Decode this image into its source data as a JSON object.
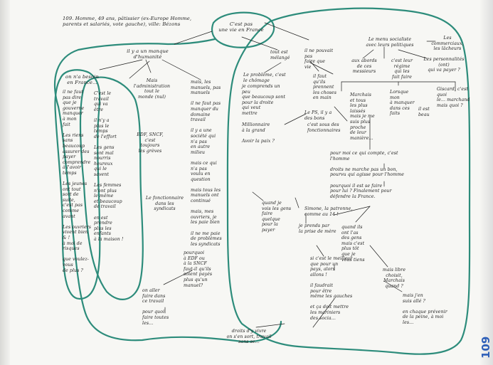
{
  "page_number": "109",
  "colors": {
    "ink": "#1f1f1f",
    "outline": "#2d8c7b",
    "stamp": "#2e5fb8"
  },
  "notes": {
    "header": "109. Homme, 49 ans, pâtissier (ex-Europe Homme,\nparents et salariés, vote gauche), ville: Bézons",
    "center": "C'est pas\nune vie en France",
    "manque": "il y a un manque\nd'humanité",
    "besoin": "on n'a besoin en France...",
    "col1": "il ne faut\npas dire\nque je\ngouverne\nmanquer\nà mon\nfait\n\nLes riens\nsans beaucoup\nassurer des\npayer\ncomprendre\nà l'avoir\ntemps\n\nLes jeunes\nont tout\nsort de\nsuite,\nc'est pas\ncomme\navant\n\nLes ouvriers\nvivent bien\n& !\nà moi de\nrisques\n\nque voulez-vous\nde plus ?",
    "col2": "C'est le\ntravail\nqui va\nêtre\n\nil n'y a\nplus le\ntemps\nde l'effort\n\nLes gens\nsont mal\nnourris\nheureux\nqui le\nsavent\n\nLes femmes\nn'ont plus\nle même\net beaucoup\nde travail\n\nen est\nprendre\nplus les\nenfants\nà la maison !",
    "admin": "Mais\nl'administration\ntout le\nmonde (nul)",
    "edf": "EDF, SNCF,\nc'est\ntoujours\nles grèves",
    "fonctionnaires": "Le fonctionnaire\ndans les\nsyndicats",
    "manuels": "mais, les\nmanuels, pas\nmanuels\n\nil ne faut pas\nmanquer du\ndomaine\ntravail\n\nil y a une\nsociété qui\nn'a pas\nen autre\nmilieu\n\nmais ce qui\nn'a pas\nvoulu en\nquestion\n\nmais tous les\nmanuels ont\ncontinué\n\nmais, mes\nouvriers, je\nles paie bien\n\nil ne me paie\nde problèmes\nles syndicats",
    "payer": "pourquoi\nà EDF ou\nà la SNCF\nfaut-il qu'ils\nsoient payés\nplus qu'un\nmanuel?",
    "aller": "on aller\nfaire dans\nce travail\n\npour quoi\nfaire toutes\nles...",
    "vivre": "droits d'y vivre\non s'en sort, travail\nsans se...",
    "dedans": "tout est\nmélangé",
    "probleme": "Le problème, c'est\nle chômage",
    "pouvait": "il ne pouvait pas\nfaire que\nvie",
    "comprendre": "je comprends un peu\nque beaucoup sont\npour la droite",
    "faut": "il faut\nqu'ils\nprennent\nles choses\nen main",
    "mettre": "qui veut\nmettre",
    "millionnaire": "Millionnaire\nà la grand\n\nAvoir la paix ?",
    "ps": "Le PS, il y a\ndes bons",
    "cest": "c'est sous des\nfonctionnaires",
    "menu": "Le menu socialiste\navec leurs politiques",
    "commerciaux": "Les commerciaux,\nles lâcheurs",
    "abords": "aux abords\nde ces\nmessieurs",
    "croit": "c'est leur\nrégime\nqui les\nfait faire",
    "personnalites": "Les personnalités (ont)\nqui va payer ?",
    "marchais": "Marchais\net tous\nles plus\nlaissés\nmais je me\nsuis plus proche\nde leur\nmanière...",
    "lorsque": "Lorsque mon\nà manquer\ndans ces\nfaits",
    "il_est": "il est\nbeau",
    "giscard": "Giscard, c'est quoi\nle... marchand\nmais quoi ?",
    "homme": "pour moi ce qui compte, c'est\nl'homme\n\ndroits ne marche pas un bon,\npourvu qui agisse pour l'homme\n\npourquoi il est se faire\npour lui ? Finalement pour\ndéfendre la France.",
    "quand": "quand je\nvois les gens\nfaire\nquelque\npour la\npayer",
    "simone": "Simone, la patronne,\ncomme au 14 !",
    "prend": "je prends par\nla prise de mère",
    "gauche": "quand ils\nont l'as\ndes gens\nmais c'est\nplus tôt\nque je\nvous tiens",
    "si": "si c'est le meilleur\nque pour un\npays, alors\nallons !\n\nil faudrait\npour être\nmême les gauches\n\net ça doit mettre\nles mariniers\ndes socia...",
    "mais_libre": "mais libre\nchoisit,\nMarchais\nquand ?",
    "je_sais": "mais j'en\nsuis allé ?\n\nen chaque prévenir\nde la peine, à moi\nles...",
    "homme_small": ""
  }
}
